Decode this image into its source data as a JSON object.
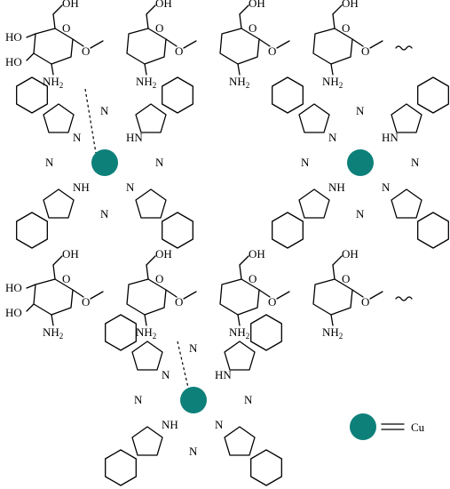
{
  "labels": {
    "oh": "OH",
    "ho": "HO",
    "nh2": "NH",
    "sub2": "2",
    "o": "O",
    "n": "N",
    "nh": "NH",
    "hn": "HN",
    "cu": "Cu"
  },
  "colors": {
    "metal": "#0e807a",
    "bond": "#000000"
  },
  "legend": {
    "metal_symbol": "Cu"
  }
}
